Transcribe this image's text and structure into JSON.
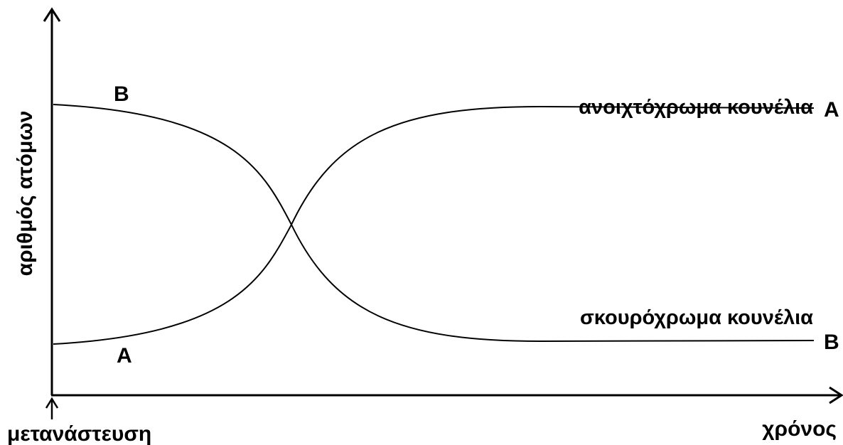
{
  "diagram": {
    "axes": {
      "y_label": "αριθμός ατόμων",
      "x_label": "χρόνος",
      "origin_label": "μετανάστευση"
    },
    "curves": [
      {
        "id": "light",
        "name": "ανοιχτόχρωμα κουνέλια",
        "start_letter": "A",
        "end_letter": "A",
        "trend": "increasing"
      },
      {
        "id": "dark",
        "name": "σκουρόχρωμα κουνέλια",
        "start_letter": "B",
        "end_letter": "B",
        "trend": "decreasing"
      }
    ]
  }
}
